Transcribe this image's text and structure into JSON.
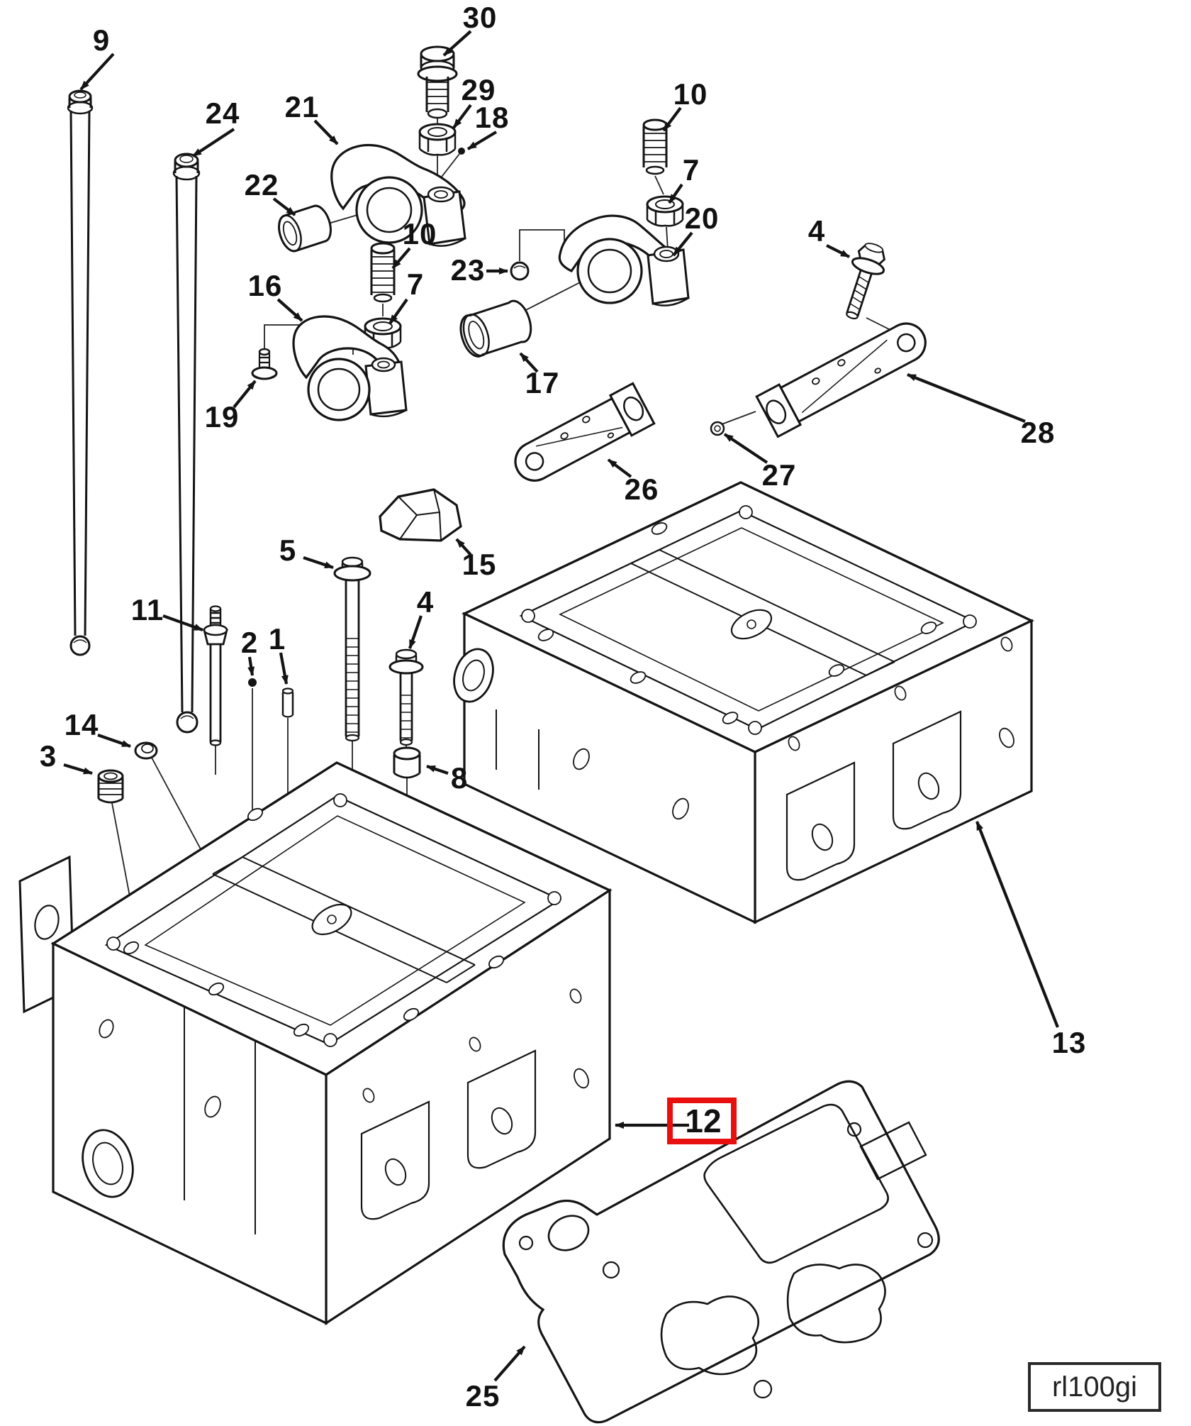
{
  "figure": {
    "code_label": "rl100gi",
    "highlight_color": "#e8100f",
    "line_color": "#141414",
    "background": "#ffffff",
    "description": "Exploded parts diagram of rocker lever housing assembly"
  },
  "highlight": {
    "label": "12"
  },
  "callouts": [
    {
      "label": "9"
    },
    {
      "label": "24"
    },
    {
      "label": "30"
    },
    {
      "label": "29"
    },
    {
      "label": "18"
    },
    {
      "label": "21"
    },
    {
      "label": "22"
    },
    {
      "label": "10"
    },
    {
      "label": "7"
    },
    {
      "label": "20"
    },
    {
      "label": "4"
    },
    {
      "label": "23"
    },
    {
      "label": "16"
    },
    {
      "label": "10"
    },
    {
      "label": "7"
    },
    {
      "label": "17"
    },
    {
      "label": "19"
    },
    {
      "label": "28"
    },
    {
      "label": "27"
    },
    {
      "label": "26"
    },
    {
      "label": "15"
    },
    {
      "label": "5"
    },
    {
      "label": "11"
    },
    {
      "label": "2"
    },
    {
      "label": "1"
    },
    {
      "label": "4"
    },
    {
      "label": "14"
    },
    {
      "label": "3"
    },
    {
      "label": "8"
    },
    {
      "label": "13"
    },
    {
      "label": "25"
    }
  ]
}
